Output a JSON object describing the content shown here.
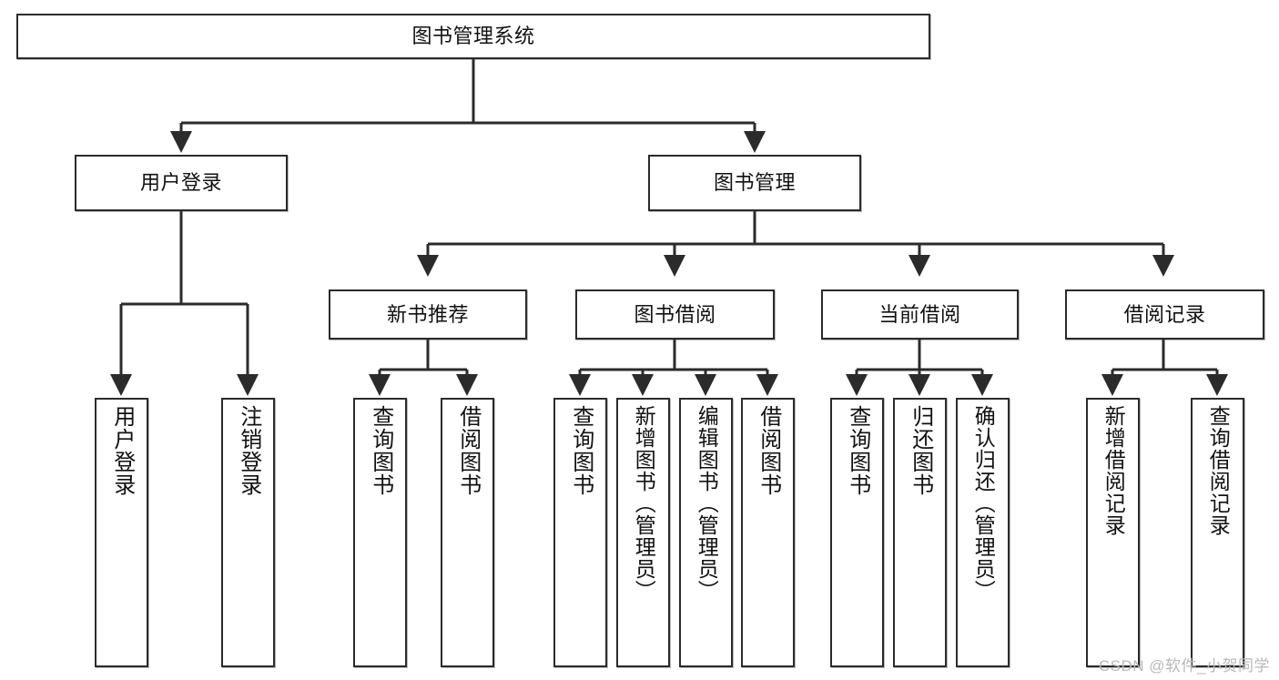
{
  "diagram": {
    "title": "图书管理系统",
    "type": "tree-hierarchy-chart",
    "watermark": "CSDN @软件_小贺同学",
    "colors": {
      "box_border": "#2b2b2b",
      "box_fill": "#ffffff",
      "connector": "#2b2b2b",
      "text": "#111111",
      "watermark": "#b8b8b8"
    },
    "root": {
      "label": "图书管理系统"
    },
    "level2": [
      {
        "label": "用户登录"
      },
      {
        "label": "图书管理"
      }
    ],
    "level3": [
      {
        "label": "新书推荐"
      },
      {
        "label": "图书借阅"
      },
      {
        "label": "当前借阅"
      },
      {
        "label": "借阅记录"
      }
    ],
    "leaves": {
      "user_login": [
        {
          "label": "用户登录"
        },
        {
          "label": "注销登录"
        }
      ],
      "new_book_recommend": [
        {
          "label": "查询图书"
        },
        {
          "label": "借阅图书"
        }
      ],
      "book_borrow": [
        {
          "label": "查询图书"
        },
        {
          "label": "新增图书（管理员）"
        },
        {
          "label": "编辑图书（管理员）"
        },
        {
          "label": "借阅图书"
        }
      ],
      "current_borrow": [
        {
          "label": "查询图书"
        },
        {
          "label": "归还图书"
        },
        {
          "label": "确认归还（管理员）"
        }
      ],
      "borrow_record": [
        {
          "label": "新增借阅记录"
        },
        {
          "label": "查询借阅记录"
        }
      ]
    }
  }
}
